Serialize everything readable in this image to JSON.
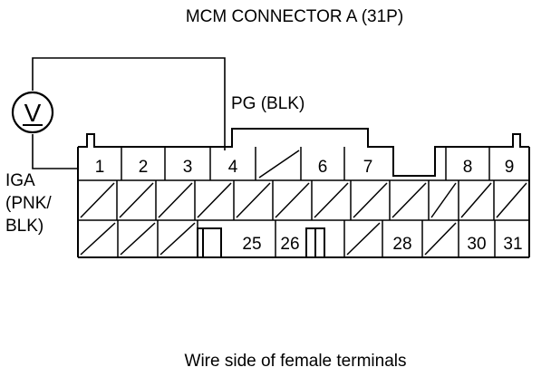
{
  "title": "MCM CONNECTOR A (31P)",
  "caption": "Wire side of female terminals",
  "labels": {
    "pg": "PG (BLK)",
    "iga_line1": "IGA",
    "iga_line2": "(PNK/",
    "iga_line3": "BLK)"
  },
  "meter": {
    "symbol": "V",
    "icon": "voltmeter-icon"
  },
  "row1_terminals": [
    "1",
    "2",
    "3",
    "4",
    "6",
    "7",
    "8",
    "9"
  ],
  "row3_terminals": [
    "25",
    "26",
    "28",
    "30",
    "31"
  ],
  "colors": {
    "line": "#000000",
    "background": "#ffffff"
  }
}
